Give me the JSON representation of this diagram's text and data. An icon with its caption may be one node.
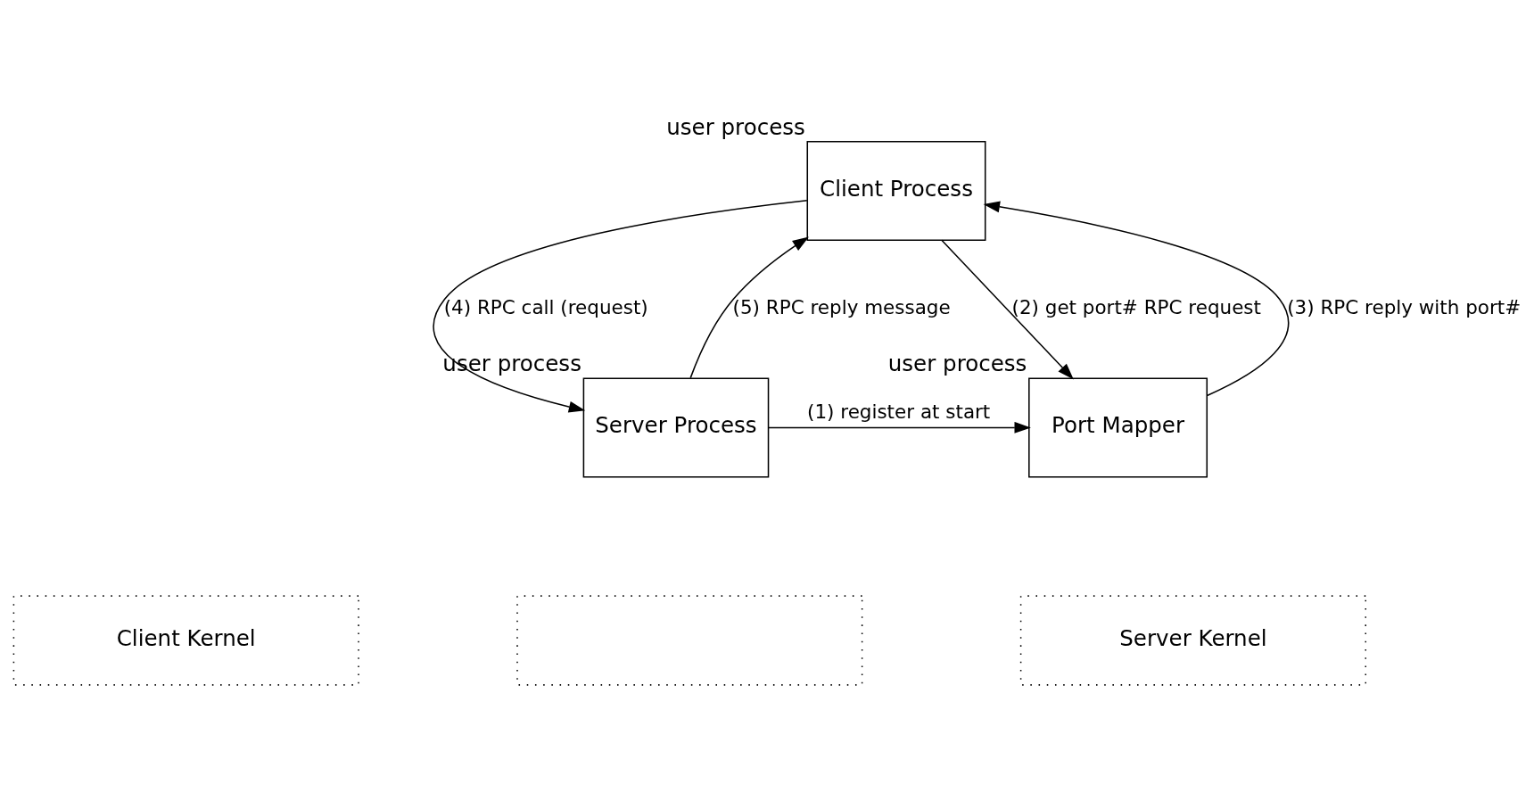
{
  "diagram": {
    "nodes": [
      {
        "text": [
          "Client Process"
        ],
        "beside": [
          "user process"
        ]
      },
      {
        "text": [
          "Port Mapper"
        ],
        "beside": [
          "user process"
        ]
      },
      {
        "text": [
          "Server Process"
        ],
        "beside": [
          "user process"
        ]
      },
      {
        "text": [
          "Client Kernel"
        ]
      },
      {
        "text": [],
        "shape": "box"
      },
      {
        "text": [
          "Server Kernel"
        ]
      }
    ],
    "edges": [
      {
        "from": 2,
        "to": 1,
        "arrow": "to",
        "label": "(1) register at start"
      },
      {
        "from": 0,
        "to": 1,
        "arrow": "to",
        "label": "(2) get port# RPC request"
      },
      {
        "from": 1,
        "to": 0,
        "arrow": "to",
        "label": "(3) RPC reply with port#"
      },
      {
        "from": 0,
        "to": 2,
        "arrow": "to",
        "label": "(4) RPC call (request)"
      },
      {
        "from": 2,
        "to": 0,
        "arrow": "to",
        "label": "(5) RPC reply message"
      }
    ]
  }
}
